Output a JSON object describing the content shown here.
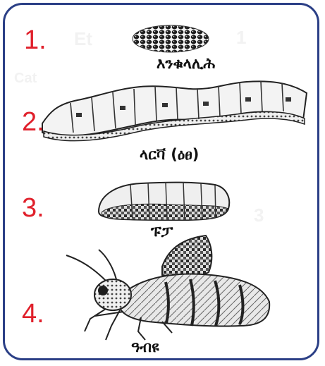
{
  "stages": [
    {
      "number": "1.",
      "label": "እንቁላሊሕ"
    },
    {
      "number": "2.",
      "label": "ላርቫ (ዕፀ)"
    },
    {
      "number": "3.",
      "label": "ፑፓ"
    },
    {
      "number": "4.",
      "label": "ዓብዩ"
    }
  ],
  "colors": {
    "border": "#2b3f86",
    "numbers": "#e0202b"
  }
}
